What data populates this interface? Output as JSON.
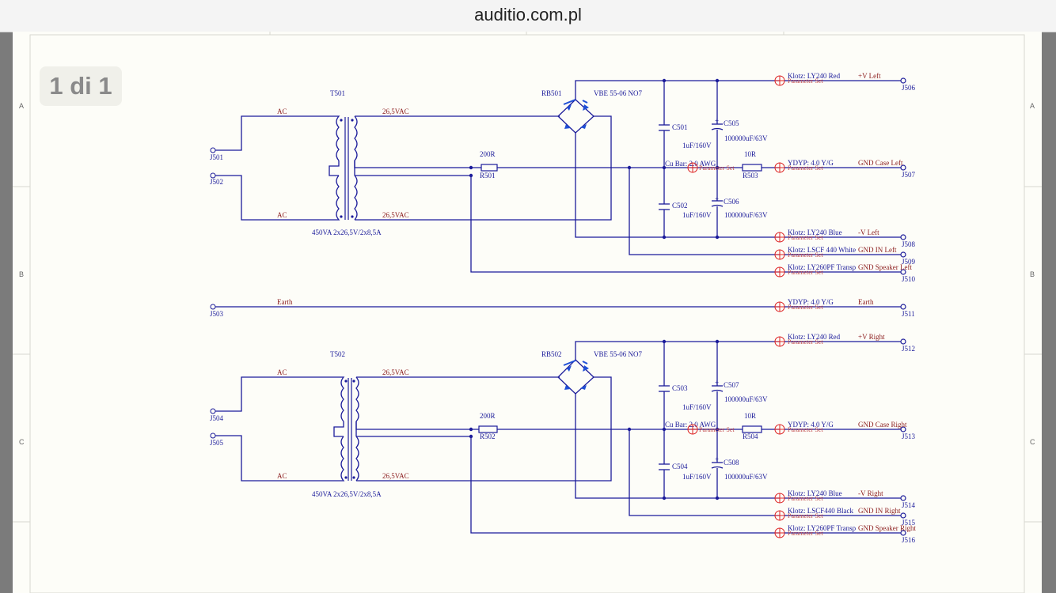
{
  "browser": {
    "url": "auditio.com.pl"
  },
  "page_indicator": "1 di 1",
  "zones": [
    "A",
    "B",
    "C"
  ],
  "wire_labels": {
    "ac": "AC",
    "vac": "26,5VAC",
    "earth": "Earth",
    "transformer_rating": "450VA 2x26,5V/2x8,5A",
    "bridge_part": "VBE 55-06 NO7",
    "resistor_200": "200R",
    "resistor_10": "10R",
    "cu_bar": "Cu Bar: 2.0 AWG",
    "param_set": "Parameter Set",
    "cap_small": "1uF/160V",
    "cap_big": "100000uF/63V"
  },
  "designators": {
    "t501": "T501",
    "t502": "T502",
    "rb501": "RB501",
    "rb502": "RB502",
    "r501": "R501",
    "r502": "R502",
    "r503": "R503",
    "r504": "R504",
    "c501": "C501",
    "c502": "C502",
    "c503": "C503",
    "c504": "C504",
    "c505": "C505",
    "c506": "C506",
    "c507": "C507",
    "c508": "C508"
  },
  "input_connectors": [
    "J501",
    "J502",
    "J503",
    "J504",
    "J505"
  ],
  "outputs": [
    {
      "id": "J506",
      "cable": "Klotz: LY240 Red",
      "net": "+V Left"
    },
    {
      "id": "J507",
      "cable": "YDYP: 4.0 Y/G",
      "net": "GND Case Left"
    },
    {
      "id": "J508",
      "cable": "Klotz: LY240 Blue",
      "net": "-V Left"
    },
    {
      "id": "J509",
      "cable": "Klotz: LSCF 440 White",
      "net": "GND IN Left"
    },
    {
      "id": "J510",
      "cable": "Klotz: LY260PF Transp",
      "net": "GND Speaker Left"
    },
    {
      "id": "J511",
      "cable": "YDYP: 4.0 Y/G",
      "net": "Earth"
    },
    {
      "id": "J512",
      "cable": "Klotz: LY240 Red",
      "net": "+V Right"
    },
    {
      "id": "J513",
      "cable": "YDYP: 4.0 Y/G",
      "net": "GND Case Right"
    },
    {
      "id": "J514",
      "cable": "Klotz: LY240 Blue",
      "net": "-V Right"
    },
    {
      "id": "J515",
      "cable": "Klotz: LSCF440 Black",
      "net": "GND IN Right"
    },
    {
      "id": "J516",
      "cable": "Klotz: LY260PF Transp",
      "net": "GND Speaker Right"
    }
  ]
}
